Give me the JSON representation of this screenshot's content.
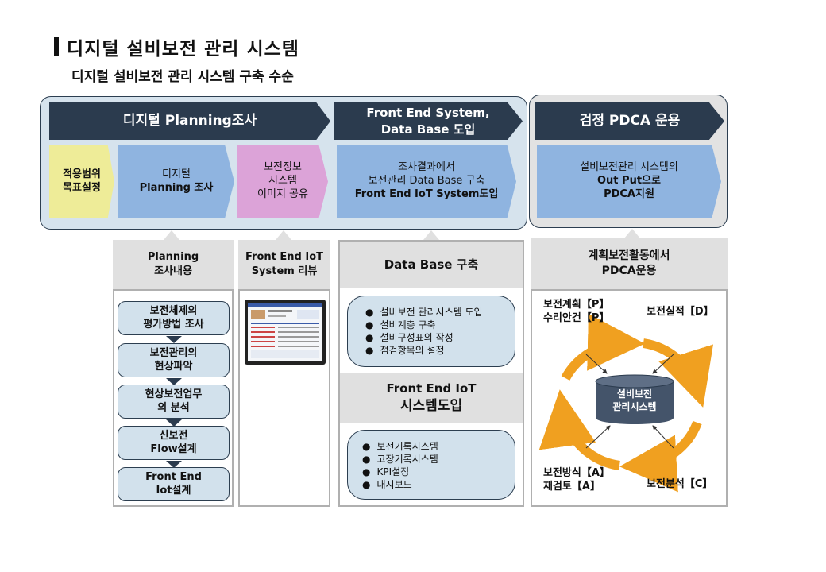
{
  "title": "디지털 설비보전 관리 시스템",
  "subtitle": "디지털 설비보전 관리 시스템 구축 수순",
  "phases": {
    "phase1": "디지털 Planning조사",
    "phase2_line1": "Front End System,",
    "phase2_line2": "Data Base 도입",
    "phase3": "검정 PDCA 운용"
  },
  "steps": {
    "scope_line1": "적용범위",
    "scope_line2": "목표설정",
    "planning_line1": "디지털",
    "planning_line2": "Planning 조사",
    "share_line1": "보전정보",
    "share_line2": "시스템",
    "share_line3": "이미지 공유",
    "build_line1": "조사결과에서",
    "build_line2": "보전관리 Data Base 구축",
    "build_line3": "Front End IoT System도입",
    "support_line1": "설비보전관리 시스템의",
    "support_line2": "Out Put으로",
    "support_line3": "PDCA지원"
  },
  "planning_detail": {
    "header_line1": "Planning",
    "header_line2": "조사내용",
    "items": [
      {
        "l1": "보전체제의",
        "l2": "평가방법 조사"
      },
      {
        "l1": "보전관리의",
        "l2": "현상파악"
      },
      {
        "l1": "현상보전업무",
        "l2": "의 분석"
      },
      {
        "l1": "신보전",
        "l2": "Flow설계"
      },
      {
        "l1": "Front End",
        "l2": "Iot설계"
      }
    ]
  },
  "review": {
    "header_line1": "Front End IoT",
    "header_line2": "System 리뷰"
  },
  "database": {
    "header": "Data Base 구축",
    "items": [
      "설비보전 관리시스템 도입",
      "설비계층 구축",
      "설비구성표의 작성",
      "점검항목의 설정"
    ],
    "iot_header_line1": "Front End IoT",
    "iot_header_line2": "시스템도입",
    "iot_items": [
      "보전기록시스템",
      "고장기록시스템",
      "KPI설정",
      "대시보드"
    ]
  },
  "pdca": {
    "header_line1": "계획보전활동에서",
    "header_line2": "PDCA운용",
    "center_line1": "설비보전",
    "center_line2": "관리시스템",
    "plan_line1": "보전계획【P】",
    "plan_line2": "수리안건【P】",
    "do": "보전실적【D】",
    "act_line1": "보전방식【A】",
    "act_line2": "재검토【A】",
    "check": "보전분석【C】"
  },
  "colors": {
    "dark_navy": "#2b3b4e",
    "light_blue_panel": "#d6e3ed",
    "blue_step": "#8fb4e0",
    "yellow_step": "#eeec98",
    "pink_step": "#dca3d8",
    "arrow_orange": "#f0a020"
  }
}
